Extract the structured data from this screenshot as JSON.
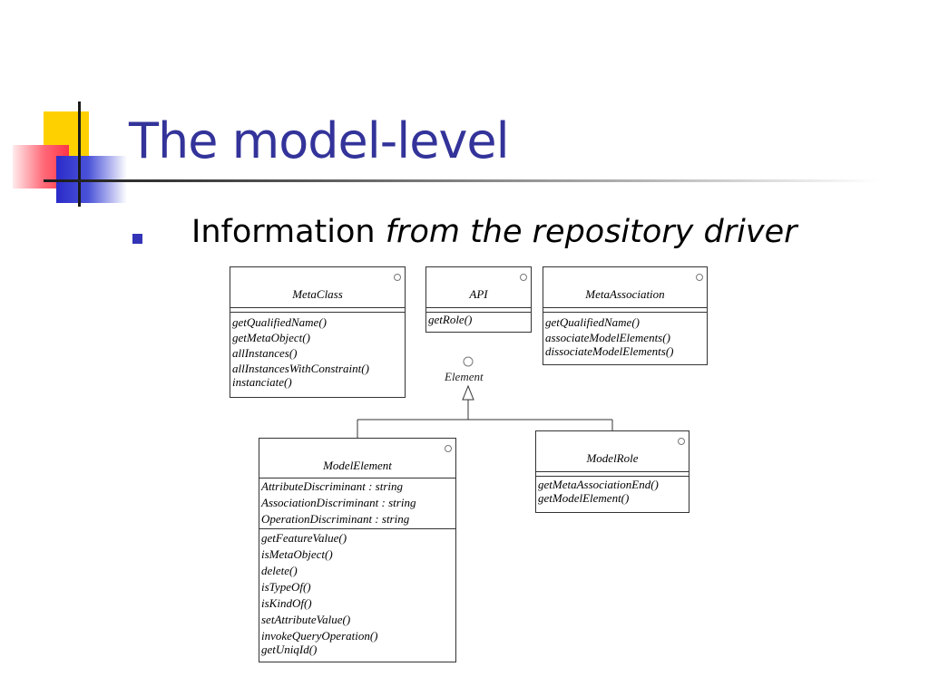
{
  "slide": {
    "title": "The model-level",
    "bullet": {
      "text_normal": "Information ",
      "text_italic": "from the repository driver"
    }
  },
  "diagram": {
    "metaclass": {
      "name": "MetaClass",
      "operations": [
        "getQualifiedName()",
        "getMetaObject()",
        "allInstances()",
        "allInstancesWithConstraint()",
        "instanciate()"
      ]
    },
    "api": {
      "name": "API",
      "operations": [
        "getRole()"
      ]
    },
    "metaassociation": {
      "name": "MetaAssociation",
      "operations": [
        "getQualifiedName()",
        "associateModelElements()",
        "dissociateModelElements()"
      ]
    },
    "element": {
      "name": "Element"
    },
    "modelelement": {
      "name": "ModelElement",
      "attributes": [
        "AttributeDiscriminant : string",
        "AssociationDiscriminant : string",
        "OperationDiscriminant : string"
      ],
      "operations": [
        "getFeatureValue()",
        "isMetaObject()",
        "delete()",
        "isTypeOf()",
        "isKindOf()",
        "setAttributeValue()",
        "invokeQueryOperation()",
        "getUniqId()"
      ]
    },
    "modelrole": {
      "name": "ModelRole",
      "operations": [
        "getMetaAssociationEnd()",
        "getModelElement()"
      ]
    }
  },
  "colors": {
    "title": "#33339a",
    "bullet": "#3434b8",
    "logo_yellow": "#ffd000",
    "logo_red": "#ff3347",
    "logo_blue": "#2b2bc9"
  }
}
